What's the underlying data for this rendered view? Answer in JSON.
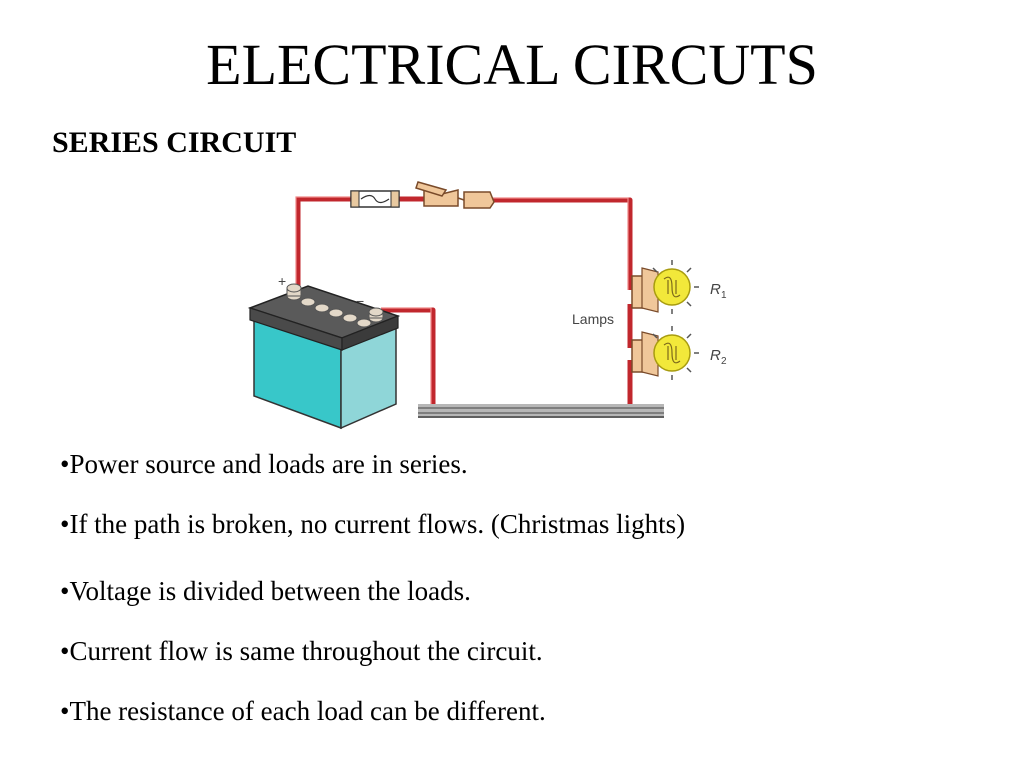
{
  "slide": {
    "title": "ELECTRICAL CIRCUTS",
    "section_heading": "SERIES CIRCUIT"
  },
  "diagram": {
    "positive_label": "+",
    "negative_label": "−",
    "lamps_label": "Lamps",
    "r1_letter": "R",
    "r1_sub": "1",
    "r2_letter": "R",
    "r2_sub": "2",
    "colors": {
      "wire": "#c1272d",
      "battery_body": "#38c7c9",
      "battery_top": "#5a5a5a",
      "lamp_bulb": "#f2e83a",
      "socket": "#f0c79a",
      "ground_bar": "#b7b7b7"
    }
  },
  "bullets": [
    "•Power source and loads are in series.",
    "•If the path is broken, no current flows. (Christmas lights)",
    "•Voltage is divided between the loads.",
    "•Current flow is same throughout the circuit.",
    "•The resistance of each load can be different."
  ]
}
